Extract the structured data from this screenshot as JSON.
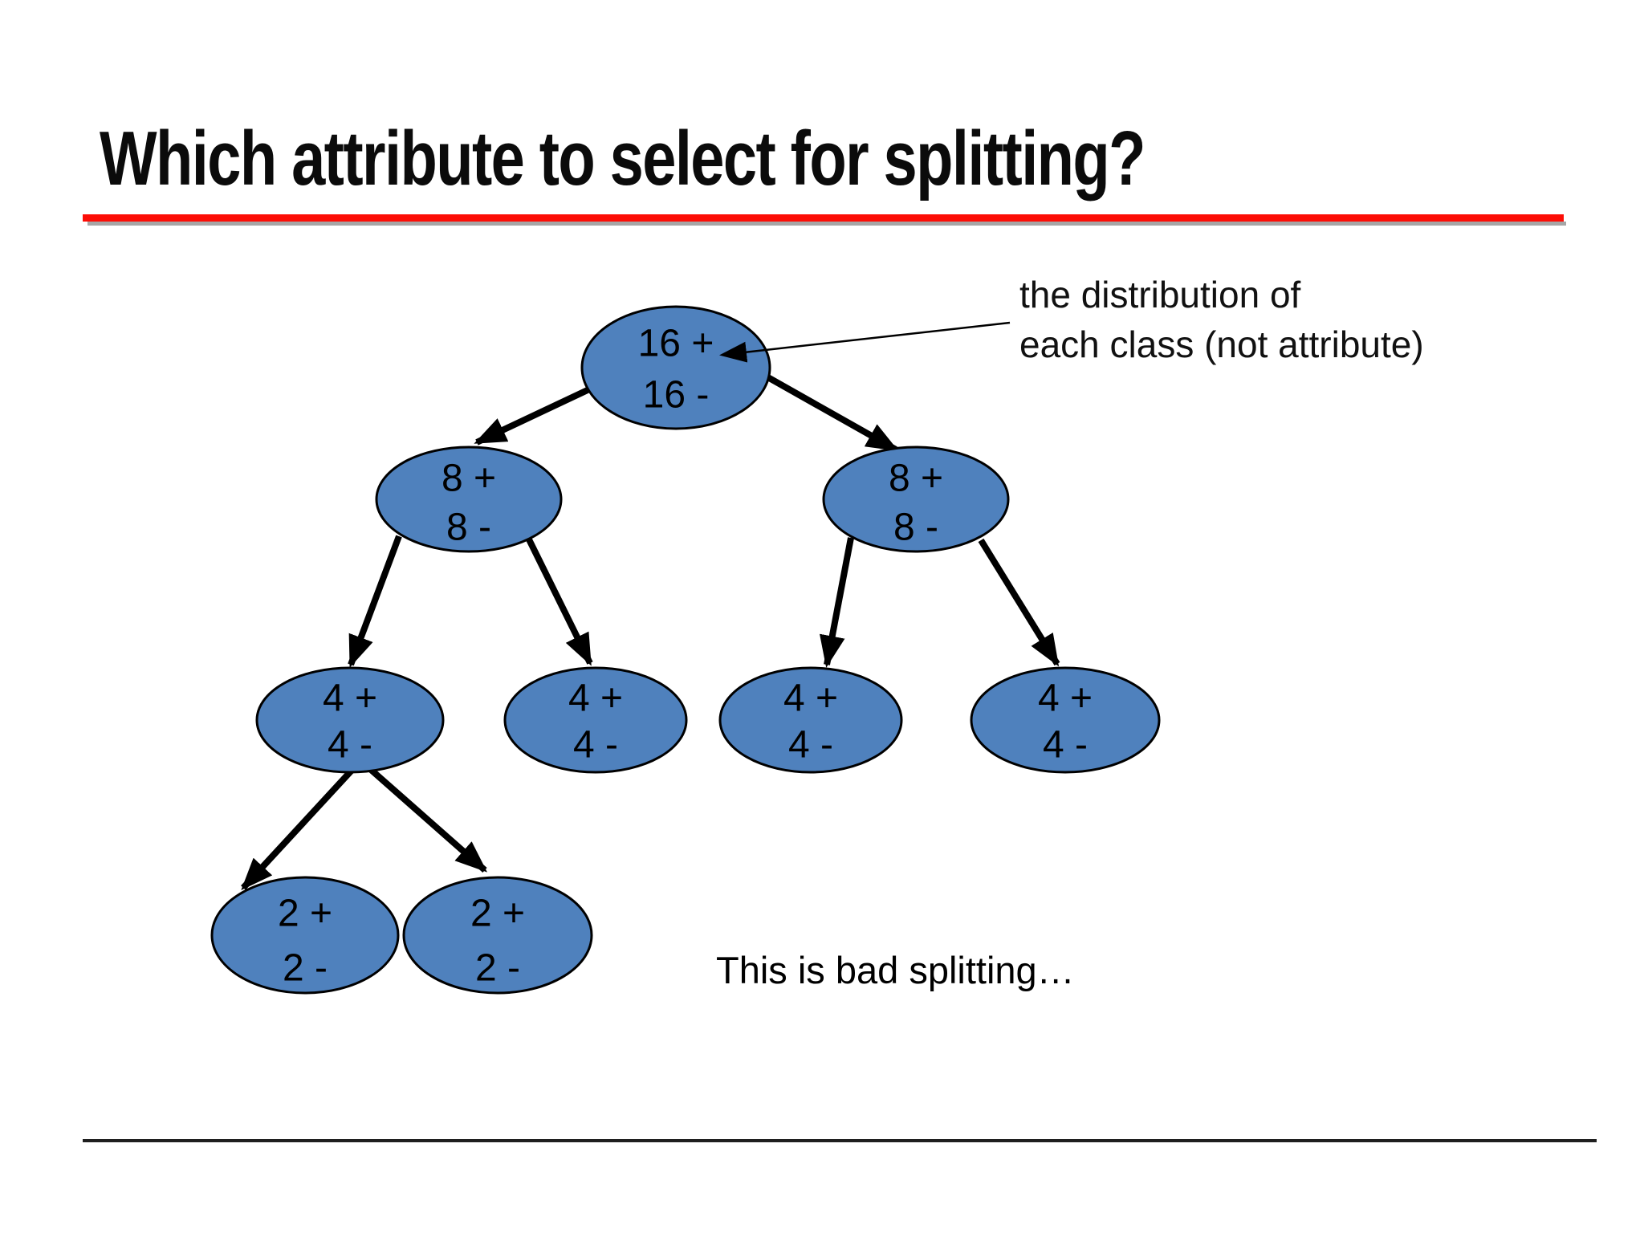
{
  "slide": {
    "title": "Which attribute to select for splitting?",
    "caption": "This is bad splitting…",
    "annotation": {
      "line1": "the distribution of",
      "line2": "each class (not attribute)"
    },
    "colors": {
      "node_fill": "#4f81bd",
      "node_border": "#000000",
      "accent_line": "#fc0d06",
      "accent_shadow": "#a6a6a6"
    }
  },
  "tree": {
    "nodes": [
      {
        "id": "root",
        "positive": "16 +",
        "negative": "16 -"
      },
      {
        "id": "level1-left",
        "positive": "8 +",
        "negative": "8 -"
      },
      {
        "id": "level1-right",
        "positive": "8 +",
        "negative": "8 -"
      },
      {
        "id": "level2-a",
        "positive": "4 +",
        "negative": "4 -"
      },
      {
        "id": "level2-b",
        "positive": "4 +",
        "negative": "4 -"
      },
      {
        "id": "level2-c",
        "positive": "4 +",
        "negative": "4 -"
      },
      {
        "id": "level2-d",
        "positive": "4 +",
        "negative": "4 -"
      },
      {
        "id": "level3-left",
        "positive": "2 +",
        "negative": "2 -"
      },
      {
        "id": "level3-right",
        "positive": "2 +",
        "negative": "2 -"
      }
    ]
  }
}
